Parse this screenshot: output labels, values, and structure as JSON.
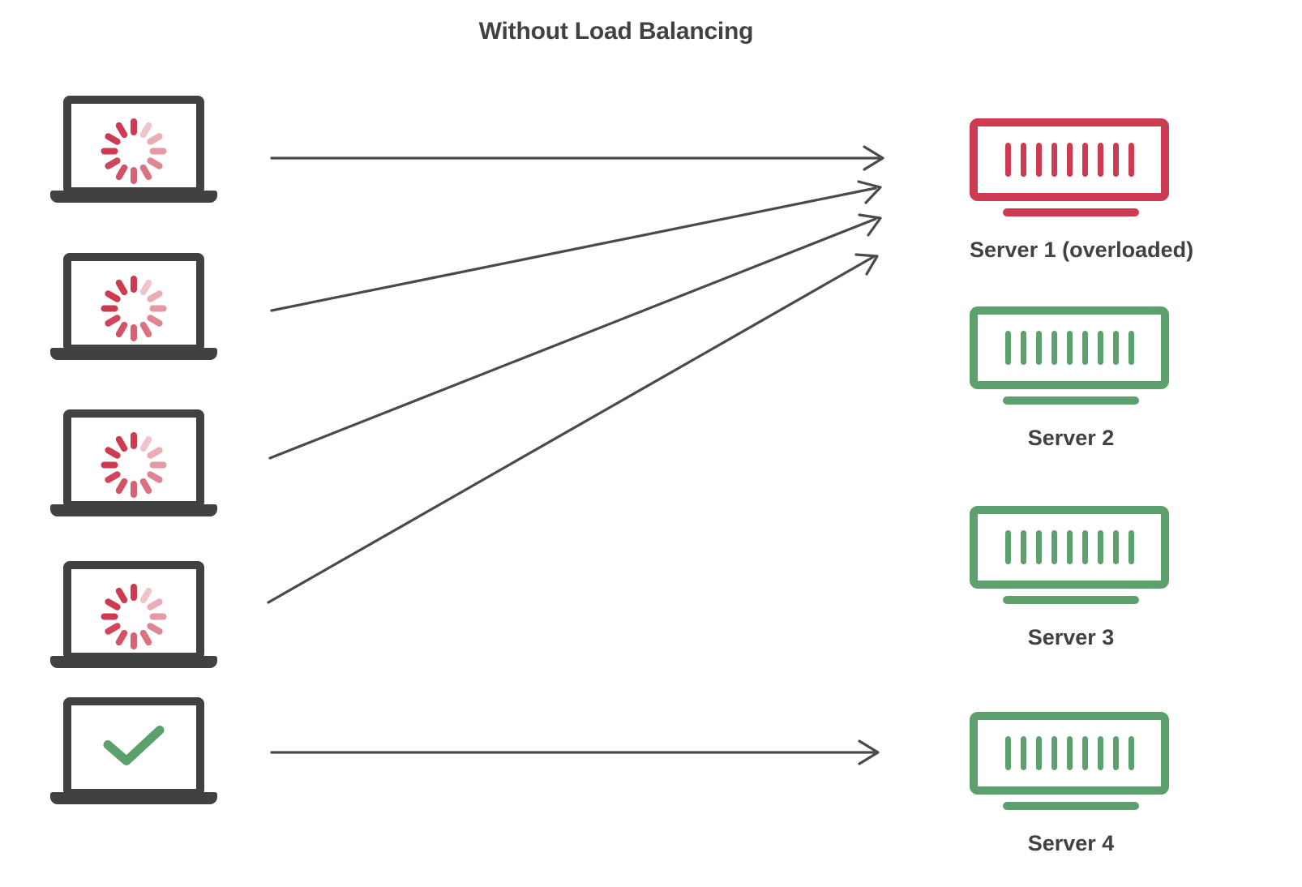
{
  "diagram": {
    "title": "Without Load Balancing",
    "title_color": "#414141",
    "background": "#ffffff",
    "colors": {
      "red": "#CC3B52",
      "green": "#5CA06D",
      "dark": "#414141",
      "arrow": "#4a4a4a"
    },
    "clients": [
      {
        "name": "client-laptop-1",
        "state": "loading",
        "icon": "spinner-icon"
      },
      {
        "name": "client-laptop-2",
        "state": "loading",
        "icon": "spinner-icon"
      },
      {
        "name": "client-laptop-3",
        "state": "loading",
        "icon": "spinner-icon"
      },
      {
        "name": "client-laptop-4",
        "state": "loading",
        "icon": "spinner-icon"
      },
      {
        "name": "client-laptop-5",
        "state": "ok",
        "icon": "check-icon"
      }
    ],
    "servers": [
      {
        "label": "Server 1 (overloaded)",
        "status": "overloaded",
        "color": "#CC3B52",
        "bars": 9
      },
      {
        "label": "Server 2",
        "status": "idle",
        "color": "#5CA06D",
        "bars": 9
      },
      {
        "label": "Server 3",
        "status": "idle",
        "color": "#5CA06D",
        "bars": 9
      },
      {
        "label": "Server 4",
        "status": "idle",
        "color": "#5CA06D",
        "bars": 9
      }
    ],
    "connections": [
      {
        "from": "client-laptop-1",
        "to": "Server 1 (overloaded)"
      },
      {
        "from": "client-laptop-2",
        "to": "Server 1 (overloaded)"
      },
      {
        "from": "client-laptop-3",
        "to": "Server 1 (overloaded)"
      },
      {
        "from": "client-laptop-4",
        "to": "Server 1 (overloaded)"
      },
      {
        "from": "client-laptop-5",
        "to": "Server 4"
      }
    ]
  }
}
